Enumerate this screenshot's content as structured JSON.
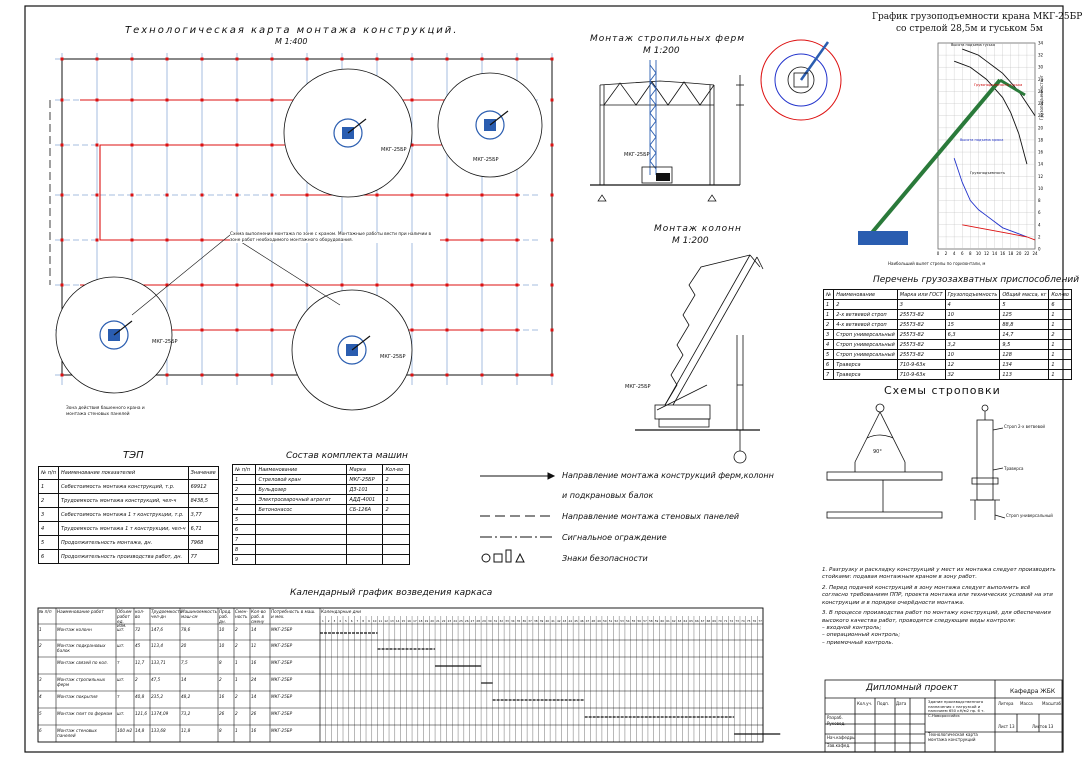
{
  "plan": {
    "title": "Технологическая карта монтажа конструкций.",
    "scale": "М 1:400",
    "crane_labels": [
      "МКГ-25БР",
      "МКГ-25БР",
      "МКГ-25БР",
      "МКГ-25БР"
    ],
    "callout": "Схема выполнения монтажа по зоне с краном. Монтажные работы вести при наличии в зоне работ необходимого монтажного оборудования.",
    "zone_note": "Зона действия башенного крана и монтажа стеновых панелей"
  },
  "truss": {
    "title": "Монтаж стропильных ферм",
    "scale": "М 1:200",
    "crane": "МКГ-25БР"
  },
  "columns": {
    "title": "Монтаж колонн",
    "scale": "М 1:200",
    "crane": "МКГ-25БР"
  },
  "capacity_chart": {
    "title_line1": "График грузоподъемности крана МКГ-25БР",
    "title_line2": "со стрелой 28,5м и гуськом 5м",
    "x_label": "Наибольший вылет стрелы по горизонтали, м",
    "y_label": "Грузоподъемность, т",
    "curve_labels": [
      "Высота подъема гуська",
      "Грузоподъемность гуська",
      "Высота подъема крюка",
      "Грузоподъемность"
    ]
  },
  "chart_data": {
    "type": "line",
    "title": "График грузоподъемности крана МКГ-25БР со стрелой 28,5м и гуськом 5м",
    "xlabel": "Наибольший вылет стрелы по горизонтали, м",
    "ylabel": "Грузоподъемность, т",
    "xlim": [
      0,
      24
    ],
    "ylim": [
      0,
      34
    ],
    "x_ticks": [
      0,
      2,
      4,
      6,
      8,
      10,
      12,
      14,
      16,
      18,
      20,
      22,
      24
    ],
    "y_ticks": [
      0,
      2,
      4,
      6,
      8,
      10,
      12,
      14,
      16,
      18,
      20,
      22,
      24,
      26,
      28,
      30,
      32,
      34
    ],
    "series": [
      {
        "name": "Высота подъема крюка",
        "x": [
          4,
          6,
          8,
          10,
          12,
          14,
          16,
          18,
          20,
          22
        ],
        "y": [
          31,
          30.5,
          30,
          29,
          28,
          26.5,
          25,
          22.5,
          19,
          14
        ]
      },
      {
        "name": "Грузоподъемность",
        "x": [
          4,
          6,
          8,
          10,
          12,
          14,
          16,
          18,
          20,
          22
        ],
        "y": [
          15,
          11,
          8,
          6.5,
          5.5,
          4.5,
          3.5,
          3,
          2.5,
          2
        ]
      },
      {
        "name": "Высота подъема гуська",
        "x": [
          6,
          8,
          10,
          12,
          14,
          16,
          18,
          20,
          22,
          24
        ],
        "y": [
          33,
          32.5,
          32,
          31,
          30,
          29,
          27.5,
          26,
          24,
          22
        ]
      },
      {
        "name": "Грузоподъемность гуська",
        "x": [
          6,
          10,
          14,
          18,
          22,
          24
        ],
        "y": [
          4,
          3.5,
          3,
          2.5,
          2,
          1.5
        ]
      }
    ]
  },
  "rigging_list": {
    "title": "Перечень грузозахватных приспособлений",
    "headers": [
      "№",
      "Наименование",
      "Марка или ГОСТ",
      "Грузоподъемность",
      "Общий масса, кг",
      "Кол-во"
    ],
    "numbers_row": [
      "1",
      "2",
      "3",
      "4",
      "5",
      "6"
    ],
    "rows": [
      [
        "1",
        "2-х ветвевой строп",
        "25573-82",
        "10",
        "125",
        "1"
      ],
      [
        "2",
        "4-х ветвевой строп",
        "25573-82",
        "15",
        "88,8",
        "1"
      ],
      [
        "3",
        "Строп универсальный",
        "25573-82",
        "6,3",
        "14,7",
        "2"
      ],
      [
        "4",
        "Строп универсальный",
        "25573-82",
        "3,2",
        "9,5",
        "1"
      ],
      [
        "5",
        "Строп универсальный",
        "25573-82",
        "10",
        "128",
        "1"
      ],
      [
        "6",
        "Траверса",
        "710-9-63к",
        "12",
        "134",
        "1"
      ],
      [
        "7",
        "Траверса",
        "710-9-63к",
        "32",
        "113",
        "1"
      ]
    ]
  },
  "rigging_schemes": {
    "title": "Схемы строповки",
    "angle": "90°",
    "labels": [
      "Строп 2-х ветвевой",
      "Траверса",
      "Строп универсальный"
    ]
  },
  "tep": {
    "title": "ТЭП",
    "headers": [
      "№ п/п",
      "Наименование показателей",
      "Значение"
    ],
    "rows": [
      [
        "1",
        "Себестоимость монтажа конструкций, т.р.",
        "69912"
      ],
      [
        "2",
        "Трудоемкость монтажа конструкций, чел-ч",
        "8438,5"
      ],
      [
        "3",
        "Себестоимость монтажа 1 т конструкции, т.р.",
        "3,77"
      ],
      [
        "4",
        "Трудоемкость монтажа 1 т конструкции, чел-ч",
        "6,71"
      ],
      [
        "5",
        "Продолжительность монтажа, дн.",
        "7968"
      ],
      [
        "6",
        "Продолжительность производства работ, дн.",
        "77"
      ]
    ]
  },
  "machines": {
    "title": "Состав комплекта машин",
    "headers": [
      "№ п/п",
      "Наименование",
      "Марка",
      "Кол-во"
    ],
    "rows": [
      [
        "1",
        "Стреловой кран",
        "МКГ-25БР",
        "2"
      ],
      [
        "2",
        "Бульдозер",
        "ДЗ-101",
        "1"
      ],
      [
        "3",
        "Электросварочный агрегат",
        "АДД-4001",
        "1"
      ],
      [
        "4",
        "Бетононасос",
        "СБ-126А",
        "2"
      ],
      [
        "5",
        "",
        "",
        ""
      ],
      [
        "6",
        "",
        "",
        ""
      ],
      [
        "7",
        "",
        "",
        ""
      ],
      [
        "8",
        "",
        "",
        ""
      ],
      [
        "9",
        "",
        "",
        ""
      ]
    ]
  },
  "legend": {
    "items": [
      "Направление монтажа конструкций ферм,колонн",
      "и подкрановых балок",
      "Направление монтажа стеновых панелей",
      "Сигнальное ограждение",
      "Знаки безопасности"
    ]
  },
  "schedule": {
    "title": "Календарный график возведения каркаса",
    "headers": [
      "№ п/п",
      "Наименование работ",
      "Объем работ ед. изм.",
      "кол-во",
      "Трудоемкость чел-дн",
      "Машиноемкость маш-см",
      "Прод. раб. дн.",
      "Смен-ность",
      "Кол-во раб. в смену",
      "Потребность в маш. и мех.",
      "Календарные дни"
    ],
    "day_count": 77,
    "rows": [
      [
        "1",
        "Монтаж колонн",
        "шт.",
        "72",
        "147,6",
        "78,6",
        "10",
        "2",
        "14",
        "МКГ-25БР"
      ],
      [
        "2",
        "Монтаж подкрановых балок",
        "шт.",
        "45",
        "113,4",
        "20",
        "10",
        "2",
        "11",
        "МКГ-25БР"
      ],
      [
        "",
        "Монтаж связей по кол.",
        "т",
        "11,7",
        "133,71",
        "7,5",
        "8",
        "1",
        "16",
        "МКГ-25БР"
      ],
      [
        "3",
        "Монтаж стропильных ферм",
        "шт.",
        "2",
        "47,5",
        "14",
        "2",
        "1",
        "24",
        "МКГ-25БР"
      ],
      [
        "4",
        "Монтаж покрытия",
        "т",
        "40,8",
        "235,2",
        "48,2",
        "16",
        "2",
        "14",
        "МКГ-25БР"
      ],
      [
        "5",
        "Монтаж плит по фермам",
        "шт.",
        "121,6",
        "1374,09",
        "73,2",
        "26",
        "2",
        "26",
        "МКГ-25БР"
      ],
      [
        "6",
        "Монтаж стеновых панелей",
        "100 м2",
        "14,8",
        "133,68",
        "11,8",
        "8",
        "1",
        "16",
        "МКГ-25БР"
      ]
    ]
  },
  "notes": [
    "1. Разгрузку и раскладку конструкций у мест их монтажа следует производить стойками: подавая монтажным краном в зону работ.",
    "2. Перед подачей конструкций в зону монтажа следует выполнить всё согласно требованиям ППР, проекта монтажа или технических условий на эти конструкции и в порядке очерёдности монтажа.",
    "3. В процессе производства работ по монтажу конструкций, для обеспечения высокого качества работ, проводятся следующие виды контроля:",
    "– входной контроль;",
    "– операционный контроль;",
    "– приемочный контроль."
  ],
  "stamp": {
    "project": "Дипломный проект",
    "dept": "Кафедра ЖБК",
    "description": "Здание производственного назначения с нагрузкой и наличием 650 кН/м2 пр. 6 т. С.Новороссийск",
    "sheet_title": "Технологическая карта монтажа конструкций",
    "col_labels": [
      "Изм.",
      "Кол.уч.",
      "Лист",
      "№док.",
      "Подп.",
      "Дата"
    ],
    "roles": [
      "Разраб.",
      "Руковод.",
      "Консульт.",
      "Нач.кафедры",
      "Зав.кафед."
    ],
    "sheet_labels": [
      "Литера",
      "Масса",
      "Масштаб"
    ],
    "sheet_no": "Лист 13",
    "sheets_total": "Листов 13"
  }
}
